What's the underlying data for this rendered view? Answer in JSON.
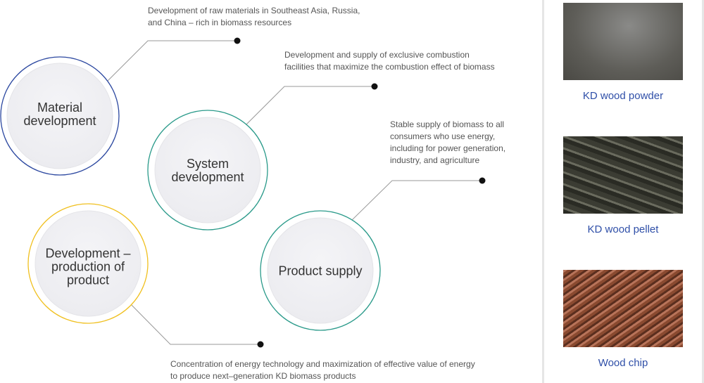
{
  "circles": [
    {
      "title": "Material development",
      "color": "#2c48a0",
      "description": "Development of raw materials in Southeast Asia, Russia,\nand China – rich in biomass  resources"
    },
    {
      "title": "System development",
      "color": "#2a9a8a",
      "description": "Development and supply of exclusive combustion\nfacilities that maximize the combustion effect of biomass"
    },
    {
      "title": "Product supply",
      "color": "#2a9a8a",
      "description": "Stable supply of biomass to all\nconsumers who use energy,\nincluding for power generation,\nindustry, and agriculture"
    },
    {
      "title": "Development – production of product",
      "color": "#f0c020",
      "description": "Concentration of energy technology and maximization of effective value of energy\nto produce next–generation KD biomass products"
    }
  ],
  "products": [
    {
      "label": "KD wood powder"
    },
    {
      "label": "KD wood pellet"
    },
    {
      "label": "Wood chip"
    }
  ]
}
